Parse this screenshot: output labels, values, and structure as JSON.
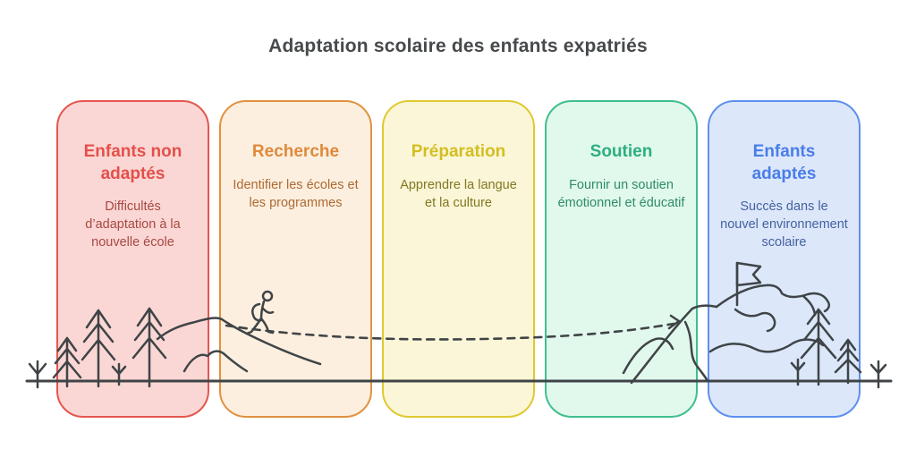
{
  "title": "Adaptation scolaire des enfants expatriés",
  "title_color": "#474a4c",
  "stages": [
    {
      "title": "Enfants non adaptés",
      "description": "Difficultés d’adaptation à la nouvelle école",
      "colors": {
        "border": "#e4564e",
        "bg": "#fad7d5",
        "title": "#e4504b",
        "text": "#a84842"
      }
    },
    {
      "title": "Recherche",
      "description": "Identifier les écoles et les programmes",
      "colors": {
        "border": "#e0923f",
        "bg": "#fcefdf",
        "title": "#de8a3b",
        "text": "#ad6a33"
      }
    },
    {
      "title": "Préparation",
      "description": "Apprendre la langue et la culture",
      "colors": {
        "border": "#dfc931",
        "bg": "#faf6d7",
        "title": "#d4be21",
        "text": "#837722"
      }
    },
    {
      "title": "Soutien",
      "description": "Fournir un soutien émotionnel et éducatif",
      "colors": {
        "border": "#3fbf8e",
        "bg": "#e1f8ec",
        "title": "#2cae80",
        "text": "#2f8c68"
      }
    },
    {
      "title": "Enfants adaptés",
      "description": "Succès dans le nouvel environnement scolaire",
      "colors": {
        "border": "#5e8fef",
        "bg": "#dce7fa",
        "title": "#4a7de8",
        "text": "#44619f"
      }
    }
  ],
  "scene": {
    "line_color": "#3f4447",
    "elements": [
      "pine-trees",
      "shrubs",
      "start-ridge",
      "hiker-with-backpack",
      "dashed-trail",
      "foothills",
      "summit-mountain",
      "summit-flag",
      "ground-line"
    ]
  }
}
